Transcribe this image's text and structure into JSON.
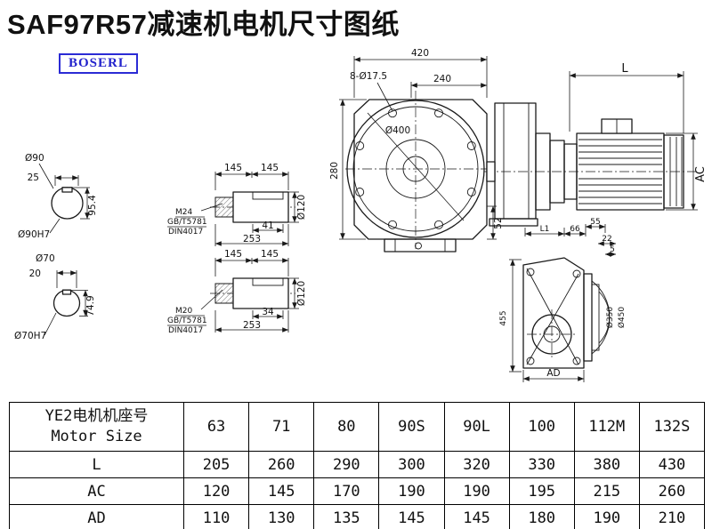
{
  "page": {
    "title": "SAF97R57减速机电机尺寸图纸",
    "brand": "BOSERL"
  },
  "dims": {
    "shaft90": {
      "dia": "Ø90",
      "key": "25",
      "h": "95.4",
      "bore": "Ø90H7"
    },
    "shaft70": {
      "dia": "Ø70",
      "key": "20",
      "h": "74.9",
      "bore": "Ø70H7"
    },
    "sideTop": {
      "l1": "145",
      "l2": "145",
      "dia": "Ø120",
      "thread": "M24",
      "std1": "GB/T5781",
      "std2": "DIN4017",
      "key": "41",
      "total": "253"
    },
    "sideBot": {
      "l1": "145",
      "l2": "145",
      "dia": "Ø120",
      "thread": "M20",
      "std1": "GB/T5781",
      "std2": "DIN4017",
      "key": "34",
      "total": "253"
    },
    "front": {
      "width": "420",
      "holes": "8-Ø17.5",
      "inner": "240",
      "dia": "Ø400",
      "height": "280",
      "foot": "52"
    },
    "side": {
      "l": "L",
      "ac": "AC",
      "l1": "L1",
      "a": "66",
      "b": "55",
      "c": "22",
      "d": "5"
    },
    "flange": {
      "h": "455",
      "d1": "Ø350",
      "d2": "Ø450",
      "ad": "AD"
    }
  },
  "table": {
    "header_cn": "YE2电机机座号",
    "header_en": "Motor Size",
    "sizes": [
      "63",
      "71",
      "80",
      "90S",
      "90L",
      "100",
      "112M",
      "132S"
    ],
    "rows": [
      {
        "label": "L",
        "values": [
          "205",
          "260",
          "290",
          "300",
          "320",
          "330",
          "380",
          "430"
        ]
      },
      {
        "label": "AC",
        "values": [
          "120",
          "145",
          "170",
          "190",
          "190",
          "195",
          "215",
          "260"
        ]
      },
      {
        "label": "AD",
        "values": [
          "110",
          "130",
          "135",
          "145",
          "145",
          "180",
          "190",
          "210"
        ]
      }
    ]
  }
}
